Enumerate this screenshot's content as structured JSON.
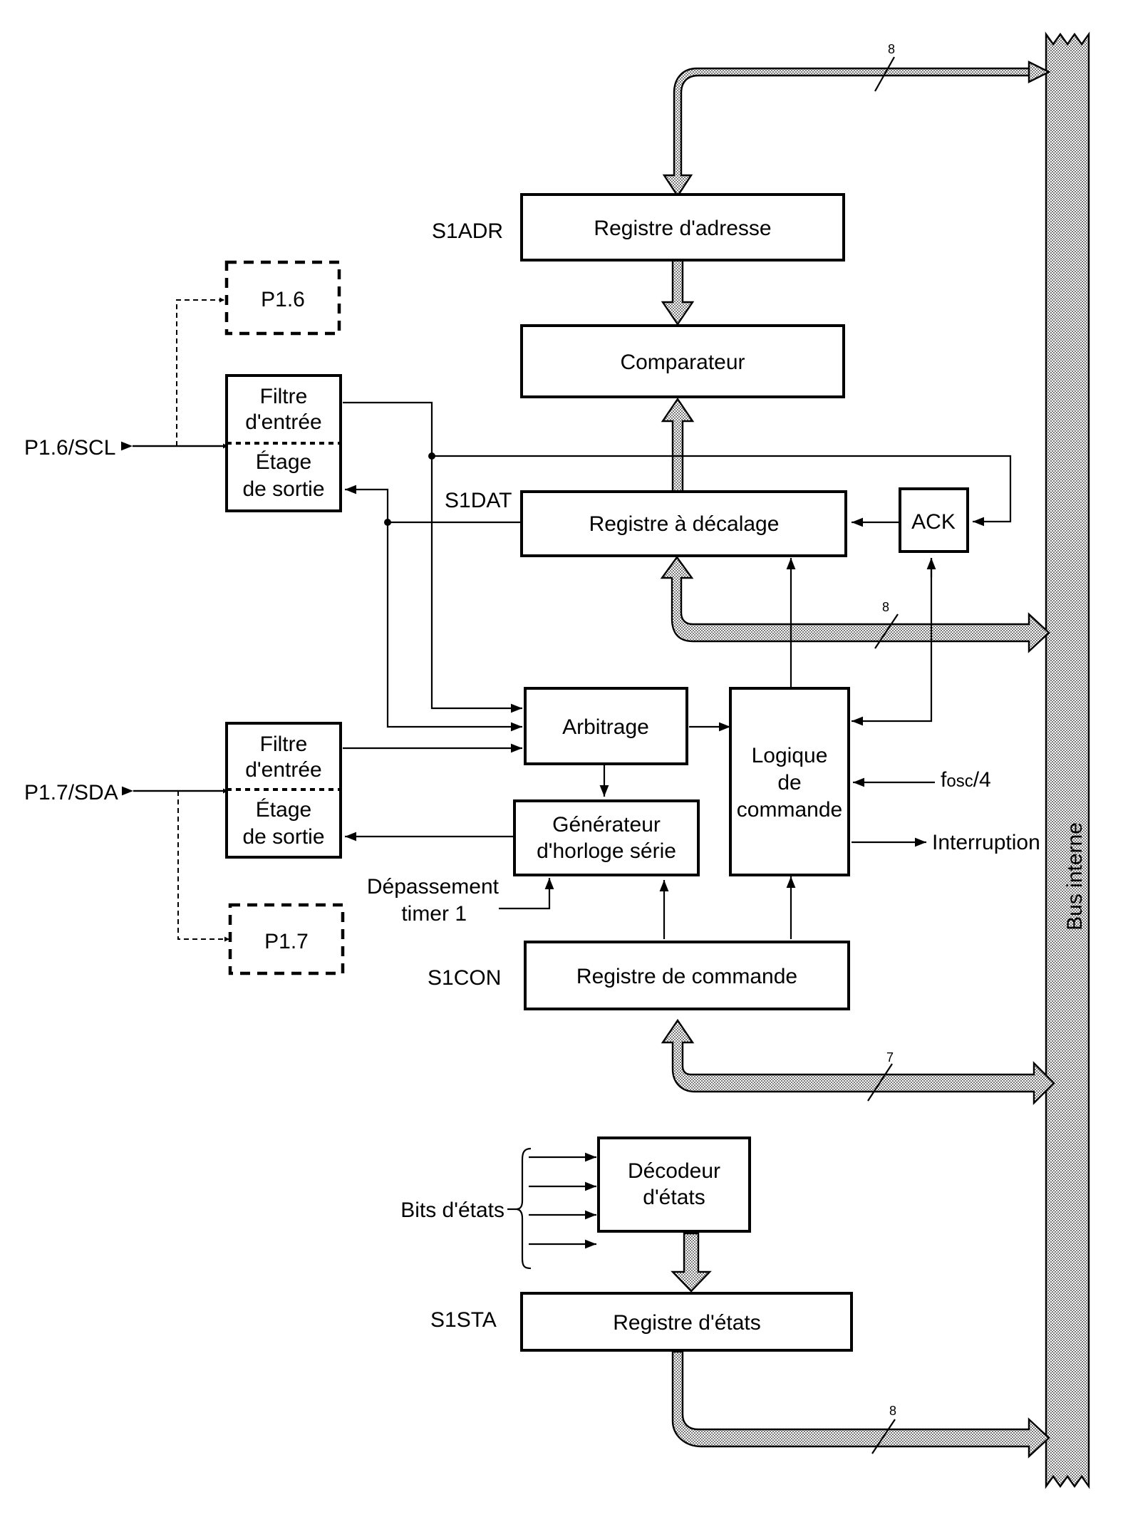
{
  "blocks": {
    "adresse": "Registre d'adresse",
    "comparateur": "Comparateur",
    "decalage": "Registre à décalage",
    "ack": "ACK",
    "arbitrage": "Arbitrage",
    "logique": [
      "Logique",
      "de",
      "commande"
    ],
    "generateur": [
      "Générateur",
      "d'horloge série"
    ],
    "commande": "Registre de commande",
    "decodeur": [
      "Décodeur",
      "d'états"
    ],
    "etats": "Registre d'états",
    "p16": "P1.6",
    "p17": "P1.7",
    "filtre": [
      "Filtre",
      "d'entrée"
    ],
    "etage": [
      "Étage",
      "de sortie"
    ]
  },
  "registers": {
    "s1adr": "S1ADR",
    "s1dat": "S1DAT",
    "s1con": "S1CON",
    "s1sta": "S1STA"
  },
  "pins": {
    "scl": "P1.6/SCL",
    "sda": "P1.7/SDA"
  },
  "signals": {
    "fosc_main": "f",
    "fosc_sub": "osc",
    "fosc_tail": "/4",
    "interruption": "Interruption",
    "depassement": [
      "Dépassement",
      "timer 1"
    ],
    "bits_etats": "Bits d'états"
  },
  "bus": {
    "name": "Bus interne",
    "width_adr": "8",
    "width_dat": "8",
    "width_con": "7",
    "width_sta": "8"
  }
}
